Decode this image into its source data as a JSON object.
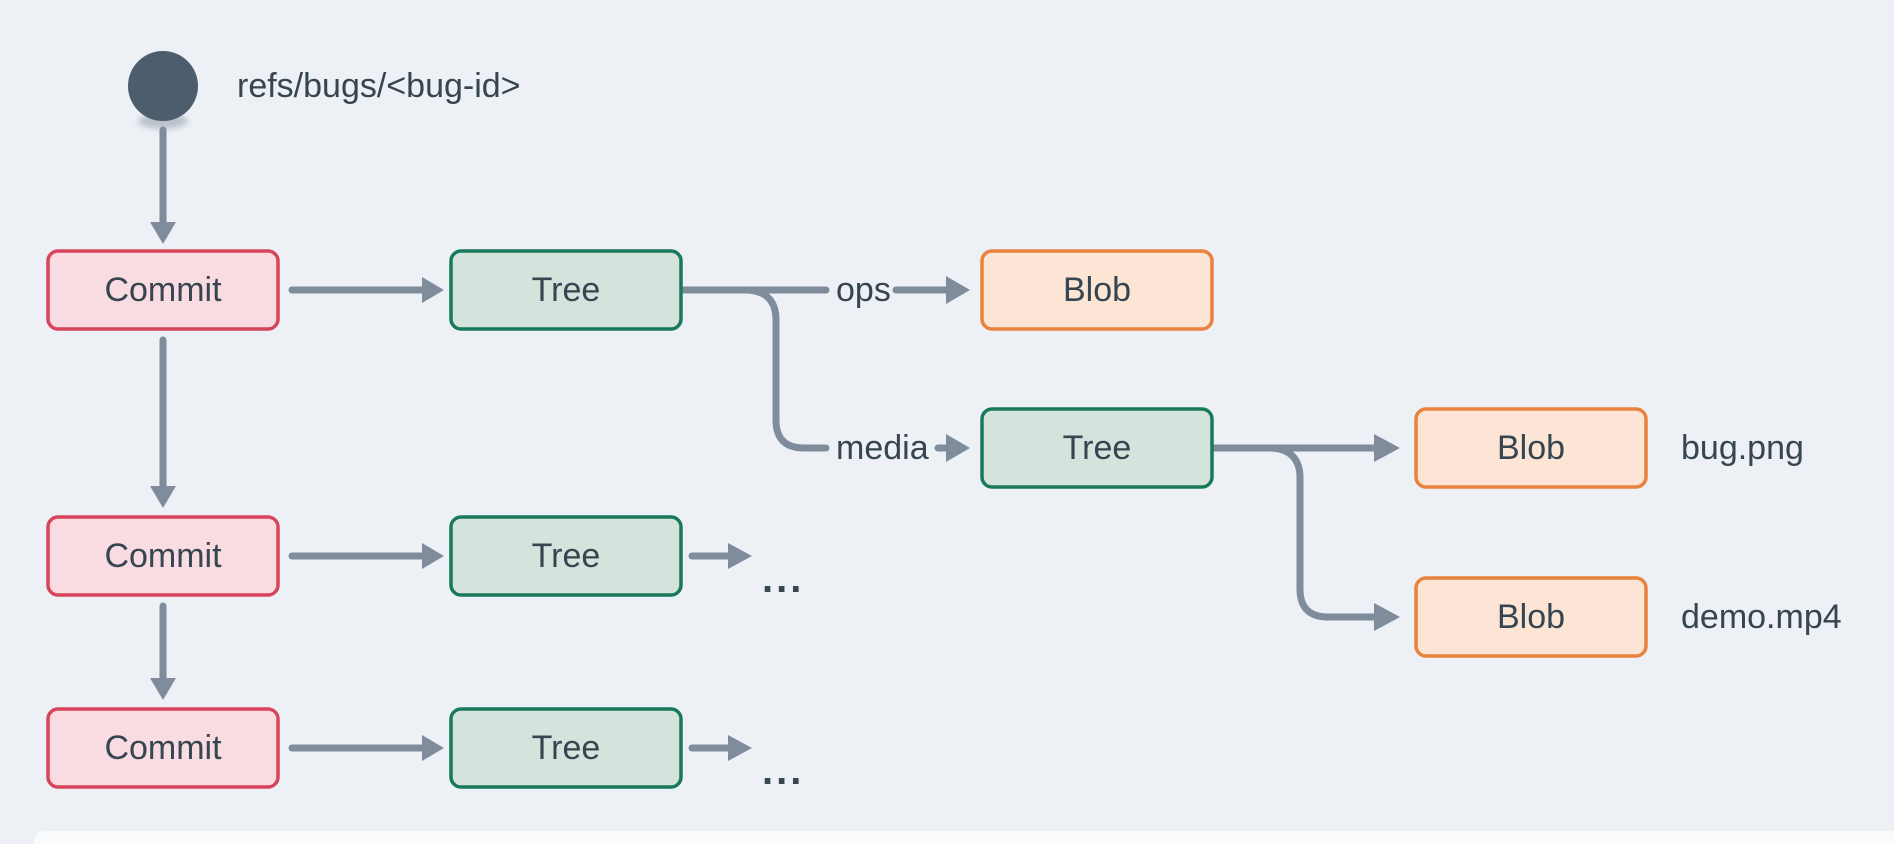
{
  "colors": {
    "background": "#edf1f5",
    "bottom_strip": "#f9fbfc",
    "text": "#36454f",
    "ref_circle": "#4c5d6d",
    "connector": "#7e8c9c",
    "commit_fill": "#f9dce1",
    "commit_border": "#d7445c",
    "tree_fill": "#d5e3dd",
    "tree_border": "#187a5b",
    "blob_fill": "#fce5d4",
    "blob_border": "#e8823d"
  },
  "diagram": {
    "ref": {
      "label": "refs/bugs/<bug-id>"
    },
    "nodes": {
      "commit1": {
        "label": "Commit"
      },
      "commit2": {
        "label": "Commit"
      },
      "commit3": {
        "label": "Commit"
      },
      "tree1": {
        "label": "Tree"
      },
      "tree2": {
        "label": "Tree"
      },
      "tree3": {
        "label": "Tree"
      },
      "tree4": {
        "label": "Tree"
      },
      "blob1": {
        "label": "Blob"
      },
      "blob2": {
        "label": "Blob"
      },
      "blob3": {
        "label": "Blob"
      }
    },
    "edge_labels": {
      "ops": "ops",
      "media": "media"
    },
    "file_labels": {
      "bug": "bug.png",
      "demo": "demo.mp4"
    },
    "ellipsis_row2": "...",
    "ellipsis_row3": "..."
  }
}
